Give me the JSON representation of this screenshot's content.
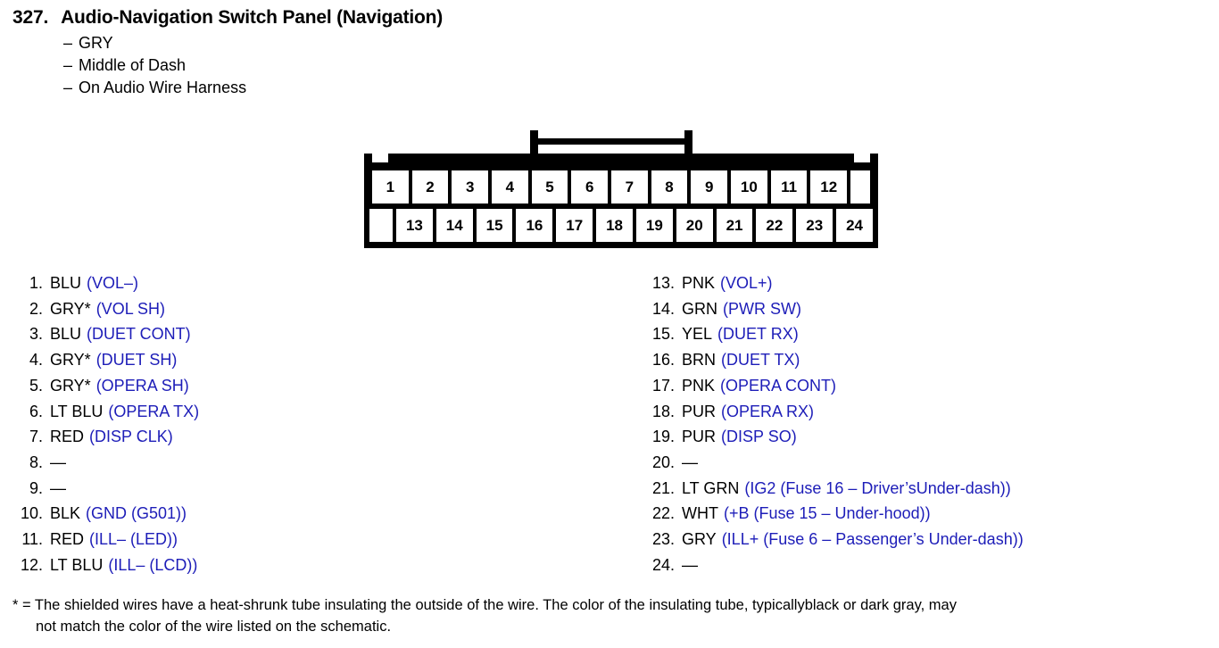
{
  "header": {
    "number": "327.",
    "title": "Audio-Navigation Switch Panel (Navigation)",
    "bullets": [
      "GRY",
      "Middle of Dash",
      "On Audio Wire Harness"
    ],
    "dash": "–"
  },
  "connector": {
    "top_pins": [
      "1",
      "2",
      "3",
      "4",
      "5",
      "6",
      "7",
      "8",
      "9",
      "10",
      "11",
      "12"
    ],
    "bottom_pins": [
      "13",
      "14",
      "15",
      "16",
      "17",
      "18",
      "19",
      "20",
      "21",
      "22",
      "23",
      "24"
    ]
  },
  "pins_left": [
    {
      "num": "1.",
      "color": "BLU",
      "signal": "(VOL–)"
    },
    {
      "num": "2.",
      "color": "GRY*",
      "signal": "(VOL SH)"
    },
    {
      "num": "3.",
      "color": "BLU",
      "signal": "(DUET CONT)"
    },
    {
      "num": "4.",
      "color": "GRY*",
      "signal": "(DUET SH)"
    },
    {
      "num": "5.",
      "color": "GRY*",
      "signal": "(OPERA SH)"
    },
    {
      "num": "6.",
      "color": "LT BLU",
      "signal": "(OPERA TX)"
    },
    {
      "num": "7.",
      "color": "RED",
      "signal": "(DISP CLK)"
    },
    {
      "num": "8.",
      "color": "—",
      "signal": ""
    },
    {
      "num": "9.",
      "color": "—",
      "signal": ""
    },
    {
      "num": "10.",
      "color": "BLK",
      "signal": "(GND (G501))"
    },
    {
      "num": "11.",
      "color": "RED",
      "signal": "(ILL– (LED))"
    },
    {
      "num": "12.",
      "color": "LT BLU",
      "signal": "(ILL– (LCD))"
    }
  ],
  "pins_right": [
    {
      "num": "13.",
      "color": "PNK",
      "signal": "(VOL+)"
    },
    {
      "num": "14.",
      "color": "GRN",
      "signal": "(PWR SW)"
    },
    {
      "num": "15.",
      "color": "YEL",
      "signal": "(DUET RX)"
    },
    {
      "num": "16.",
      "color": "BRN",
      "signal": "(DUET TX)"
    },
    {
      "num": "17.",
      "color": "PNK",
      "signal": "(OPERA CONT)"
    },
    {
      "num": "18.",
      "color": "PUR",
      "signal": "(OPERA RX)"
    },
    {
      "num": "19.",
      "color": "PUR",
      "signal": "(DISP SO)"
    },
    {
      "num": "20.",
      "color": "—",
      "signal": ""
    },
    {
      "num": "21.",
      "color": "LT GRN",
      "signal": "(IG2 (Fuse 16 – Driver’sUnder-dash))"
    },
    {
      "num": "22.",
      "color": "WHT",
      "signal": "(+B (Fuse 15 – Under-hood))"
    },
    {
      "num": "23.",
      "color": "GRY",
      "signal": "(ILL+ (Fuse 6 – Passenger’s Under-dash))"
    },
    {
      "num": "24.",
      "color": "—",
      "signal": ""
    }
  ],
  "footnote": {
    "line1": "* = The shielded wires have a heat-shrunk tube insulating the outside of the wire. The color of the insulating tube, typicallyblack or dark gray, may",
    "line2": "not match the color of the wire listed on the schematic."
  },
  "colors": {
    "signal_blue": "#1d1db8",
    "text_black": "#000000",
    "page_background": "#ffffff"
  }
}
